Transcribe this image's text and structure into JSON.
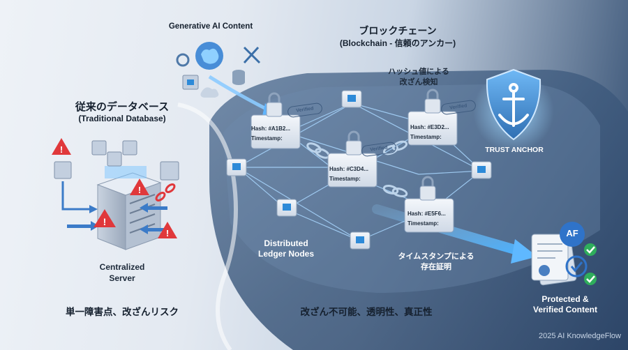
{
  "generative": {
    "label": "Generative AI Content"
  },
  "traditional": {
    "title_jp": "従来のデータベース",
    "title_en": "(Traditional Database)",
    "server_label_1": "Centralized",
    "server_label_2": "Server",
    "caption": "単一障害点、改ざんリスク"
  },
  "blockchain": {
    "title_jp": "ブロックチェーン",
    "title_en": "(Blockchain - 信頼のアンカー)",
    "hash_note_1": "ハッシュ値による",
    "hash_note_2": "改ざん検知",
    "timestamp_note_1": "タイムスタンプによる",
    "timestamp_note_2": "存在証明",
    "ledger_1": "Distributed",
    "ledger_2": "Ledger Nodes",
    "caption": "改ざん不可能、透明性、真正性",
    "blocks": [
      {
        "hash": "Hash: #A1B2...",
        "timestamp": "Timestamp:",
        "stamp": "Verified"
      },
      {
        "hash": "Hash: #C3D4...",
        "timestamp": "Timestamp:",
        "stamp": "Verified"
      },
      {
        "hash": "Hash: #E3D2...",
        "timestamp": "Timestamp:",
        "stamp": "Verified"
      },
      {
        "hash": "Hash: #E5F6...",
        "timestamp": "Timestamp:",
        "stamp": ""
      }
    ]
  },
  "trust": {
    "label": "TRUST ANCHOR"
  },
  "protected": {
    "line1": "Protected &",
    "line2": "Verified Content",
    "badge": "AF"
  },
  "footer": {
    "watermark": "2025 AI KnowledgeFlow"
  },
  "colors": {
    "accent": "#3b8fe0",
    "danger": "#e0383b",
    "dark_panel": "#34506f",
    "glow": "#7ac3ff"
  }
}
